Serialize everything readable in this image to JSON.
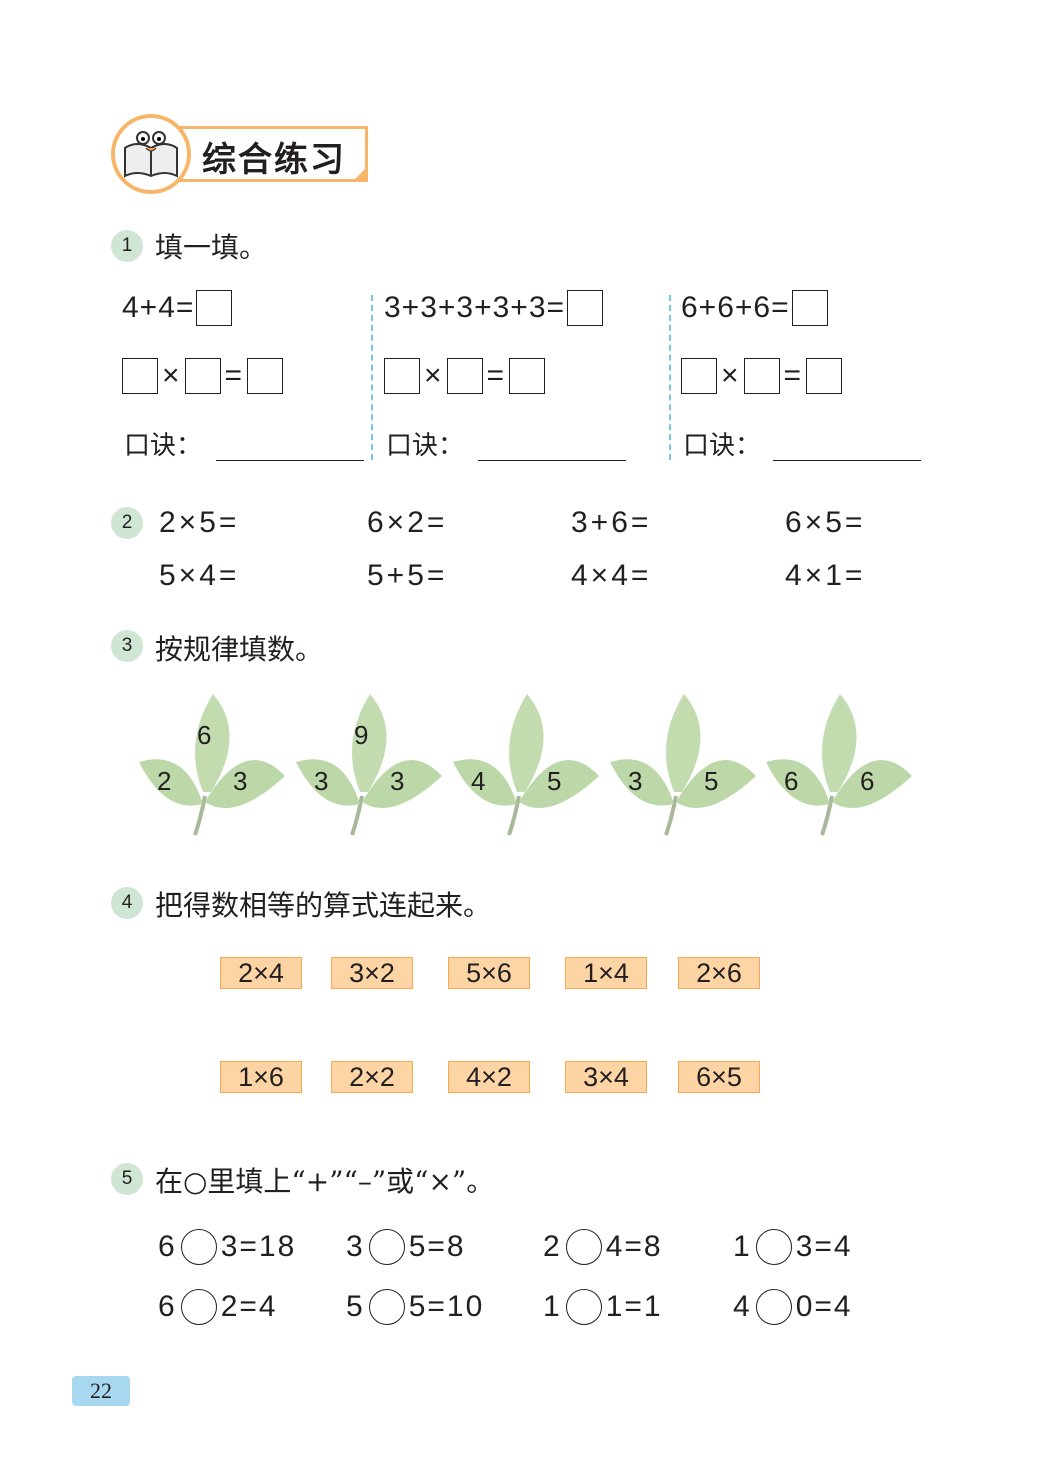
{
  "header": {
    "title": "综合练习",
    "icon": "book-mascot-icon"
  },
  "q1": {
    "number": "1",
    "title": "填一填。",
    "koujue": "口诀：",
    "columns": [
      {
        "sum": "4+4="
      },
      {
        "sum": "3+3+3+3+3="
      },
      {
        "sum": "6+6+6="
      }
    ],
    "times": "×",
    "equals": "="
  },
  "q2": {
    "number": "2",
    "rows": [
      [
        "2×5=",
        "6×2=",
        "3+6=",
        "6×5="
      ],
      [
        "5×4=",
        "5+5=",
        "4×4=",
        "4×1="
      ]
    ]
  },
  "q3": {
    "number": "3",
    "title": "按规律填数。",
    "leaves": [
      [
        "6",
        "2",
        "3"
      ],
      [
        "9",
        "3",
        "3"
      ],
      [
        "",
        "4",
        "5"
      ],
      [
        "",
        "3",
        "5"
      ],
      [
        "",
        "6",
        "6"
      ]
    ]
  },
  "q4": {
    "number": "4",
    "title": "把得数相等的算式连起来。",
    "top": [
      "2×4",
      "3×2",
      "5×6",
      "1×4",
      "2×6"
    ],
    "bottom": [
      "1×6",
      "2×2",
      "4×2",
      "3×4",
      "6×5"
    ]
  },
  "q5": {
    "number": "5",
    "title": "在○里填上“+”“–”或“×”。",
    "rows": [
      [
        [
          "6",
          "3=18"
        ],
        [
          "3",
          "5=8"
        ],
        [
          "2",
          "4=8"
        ],
        [
          "1",
          "3=4"
        ]
      ],
      [
        [
          "6",
          "2=4"
        ],
        [
          "5",
          "5=10"
        ],
        [
          "1",
          "1=1"
        ],
        [
          "4",
          "0=4"
        ]
      ]
    ]
  },
  "page_number": "22",
  "colors": {
    "orange": "#f7b56a",
    "green_marker": "#cfe6d4",
    "card_fill": "#fdd5a5",
    "page_tab": "#a8d8ef"
  }
}
